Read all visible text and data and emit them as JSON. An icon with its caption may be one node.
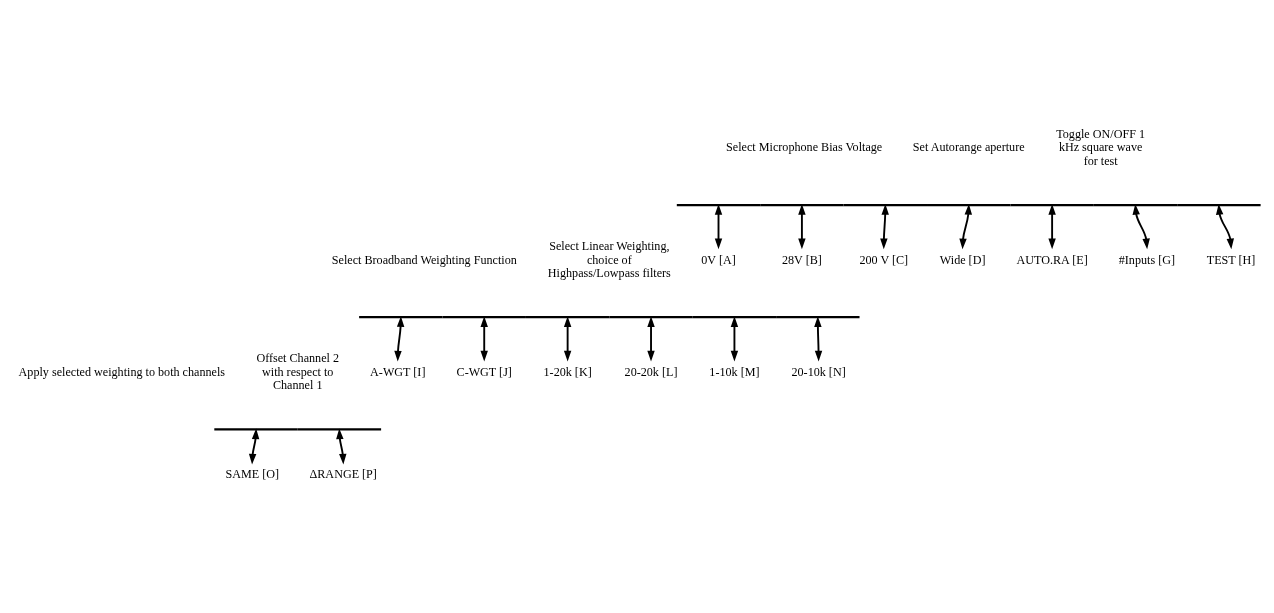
{
  "diagram": {
    "nodes": [
      {
        "text": [],
        "shape": "bar"
      },
      {
        "text": [
          "0V [A]"
        ]
      },
      {
        "text": [
          "28V [B]"
        ]
      },
      {
        "text": [
          "200 V [C]"
        ]
      },
      {
        "text": [
          "Wide [D]"
        ]
      },
      {
        "text": [
          "AUTO.RA [E]"
        ]
      },
      {
        "text": [
          "#Inputs [G]"
        ]
      },
      {
        "text": [
          "TEST [H]"
        ]
      },
      {
        "text": [],
        "shape": "bar"
      },
      {
        "text": [
          "A-WGT [I]"
        ]
      },
      {
        "text": [
          "C-WGT [J]"
        ]
      },
      {
        "text": [
          "1-20k [K]"
        ]
      },
      {
        "text": [
          "20-20k [L]"
        ]
      },
      {
        "text": [
          "1-10k [M]"
        ]
      },
      {
        "text": [
          "20-10k [N]"
        ]
      },
      {
        "text": [],
        "shape": "bar"
      },
      {
        "text": [
          "SAME [O]"
        ]
      },
      {
        "text": [
          "ΔRANGE [P]"
        ]
      }
    ],
    "edges": [
      {
        "from": 0,
        "to": 1,
        "arrow": "both"
      },
      {
        "from": 0,
        "to": 2,
        "arrow": "both"
      },
      {
        "from": 0,
        "to": 3,
        "arrow": "both"
      },
      {
        "from": 0,
        "to": 4,
        "arrow": "both"
      },
      {
        "from": 0,
        "to": 5,
        "arrow": "both"
      },
      {
        "from": 0,
        "to": 6,
        "arrow": "both"
      },
      {
        "from": 0,
        "to": 7,
        "arrow": "both"
      },
      {
        "from": 8,
        "to": 9,
        "arrow": "both"
      },
      {
        "from": 8,
        "to": 10,
        "arrow": "both"
      },
      {
        "from": 8,
        "to": 11,
        "arrow": "both"
      },
      {
        "from": 8,
        "to": 12,
        "arrow": "both"
      },
      {
        "from": 8,
        "to": 13,
        "arrow": "both"
      },
      {
        "from": 8,
        "to": 14,
        "arrow": "both"
      },
      {
        "from": 15,
        "to": 16,
        "arrow": "both"
      },
      {
        "from": 15,
        "to": 17,
        "arrow": "both"
      }
    ],
    "labels": [
      "Select Microphone Bias Voltage",
      "Set Autorange aperture",
      "Toggle ON/OFF 1 kHz square wave for test",
      "Select Broadband Weighting Function",
      "Select Linear Weighting, choice of Highpass/Lowpass filters",
      "Apply selected weighting to both channels",
      "Offset Channel 2 with respect to Channel 1"
    ]
  }
}
